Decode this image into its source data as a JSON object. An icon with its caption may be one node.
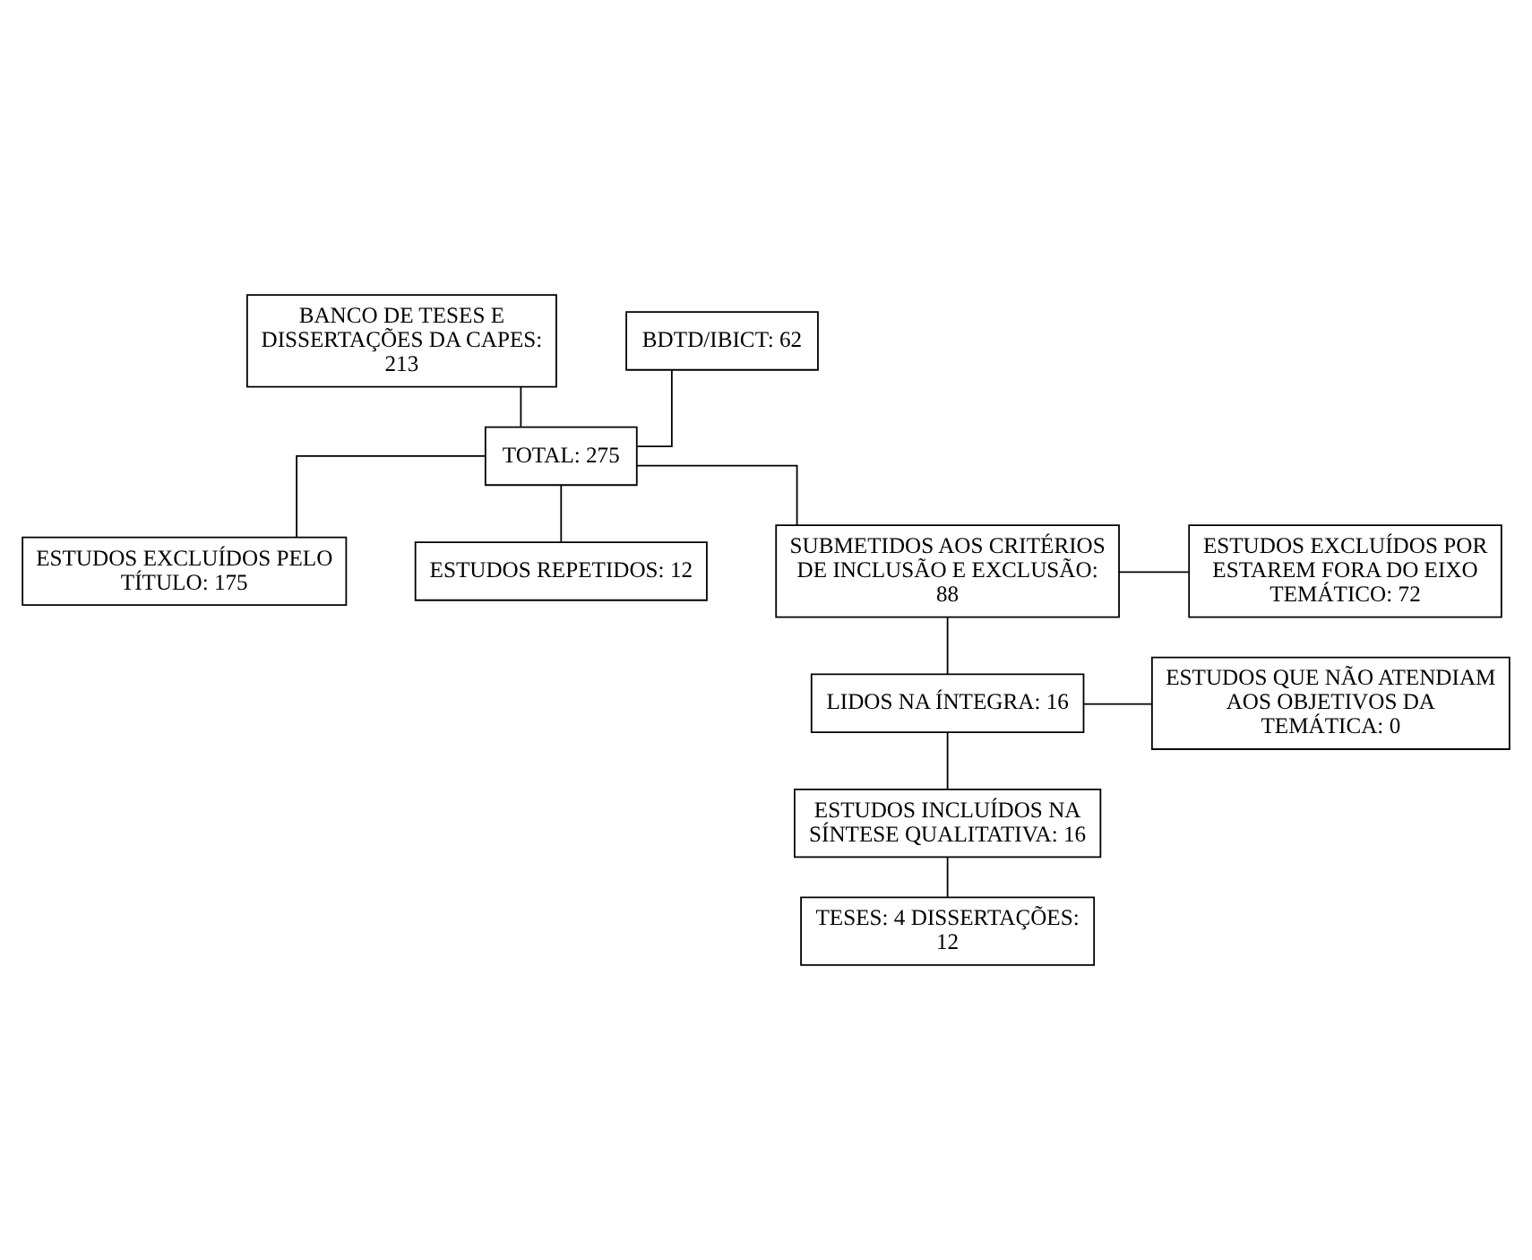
{
  "diagram": {
    "nodes": [
      {
        "text": [
          "BANCO DE TESES E DISSERTAÇÕES DA CAPES: 213"
        ]
      },
      {
        "text": [
          "BDTD/IBICT: 62"
        ]
      },
      {
        "text": [
          "TOTAL: 275"
        ]
      },
      {
        "text": [
          "ESTUDOS EXCLUÍDOS PELO TÍTULO: 175"
        ]
      },
      {
        "text": [
          "ESTUDOS REPETIDOS: 12"
        ]
      },
      {
        "text": [
          "SUBMETIDOS AOS CRITÉRIOS DE INCLUSÃO E EXCLUSÃO:  88"
        ]
      },
      {
        "text": [
          "ESTUDOS EXCLUÍDOS POR ESTAREM FORA DO EIXO TEMÁTICO: 72"
        ]
      },
      {
        "text": [
          "LIDOS NA ÍNTEGRA: 16"
        ]
      },
      {
        "text": [
          "ESTUDOS QUE NÃO ATENDIAM AOS OBJETIVOS DA TEMÁTICA: 0"
        ]
      },
      {
        "text": [
          "ESTUDOS INCLUÍDOS NA SÍNTESE QUALITATIVA: 16"
        ]
      },
      {
        "text": [
          "TESES: 4 DISSERTAÇÕES: 12"
        ]
      }
    ],
    "edges": [
      {
        "from": 0,
        "to": 2,
        "arrow": "none"
      },
      {
        "from": 1,
        "to": 2,
        "arrow": "none"
      },
      {
        "from": 2,
        "to": 3,
        "arrow": "none"
      },
      {
        "from": 2,
        "to": 4,
        "arrow": "none"
      },
      {
        "from": 2,
        "to": 5,
        "arrow": "none"
      },
      {
        "from": 5,
        "to": 6,
        "arrow": "none"
      },
      {
        "from": 5,
        "to": 7,
        "arrow": "none"
      },
      {
        "from": 7,
        "to": 8,
        "arrow": "none"
      },
      {
        "from": 7,
        "to": 9,
        "arrow": "none"
      },
      {
        "from": 9,
        "to": 10,
        "arrow": "none"
      }
    ]
  }
}
